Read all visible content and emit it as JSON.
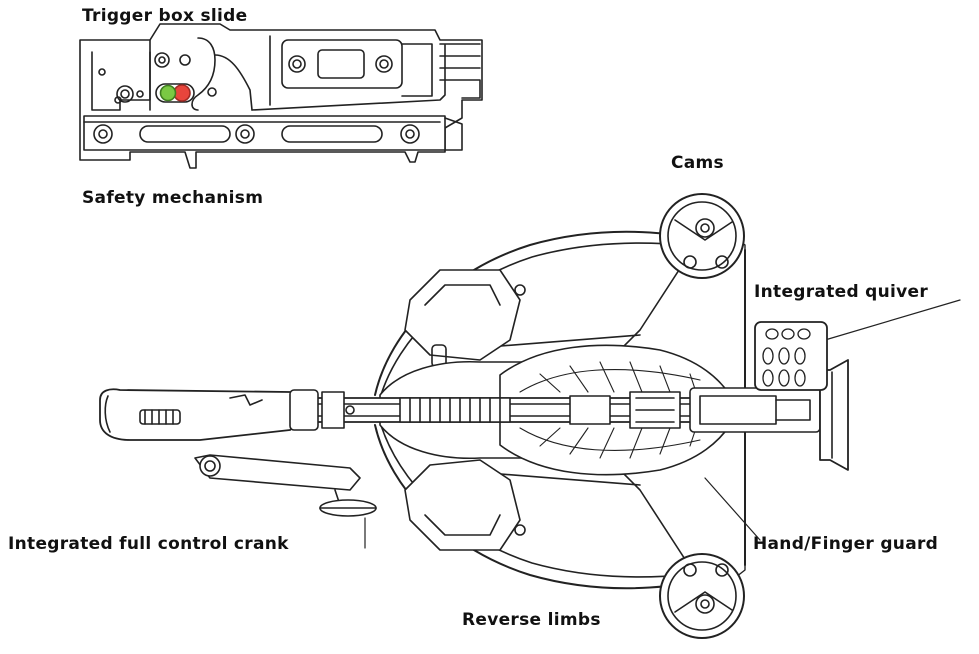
{
  "labels": {
    "trigger_box_slide": "Trigger box slide",
    "safety_mechanism": "Safety mechanism",
    "cams": "Cams",
    "integrated_quiver": "Integrated quiver",
    "integrated_full_control_crank": "Integrated full control crank",
    "hand_finger_guard": "Hand/Finger guard",
    "reverse_limbs": "Reverse limbs"
  },
  "colors": {
    "line": "#222222",
    "safety_green": "#7ac943",
    "safety_red": "#e8453c",
    "fill": "#ffffff",
    "shade": "#e6e6e6"
  }
}
